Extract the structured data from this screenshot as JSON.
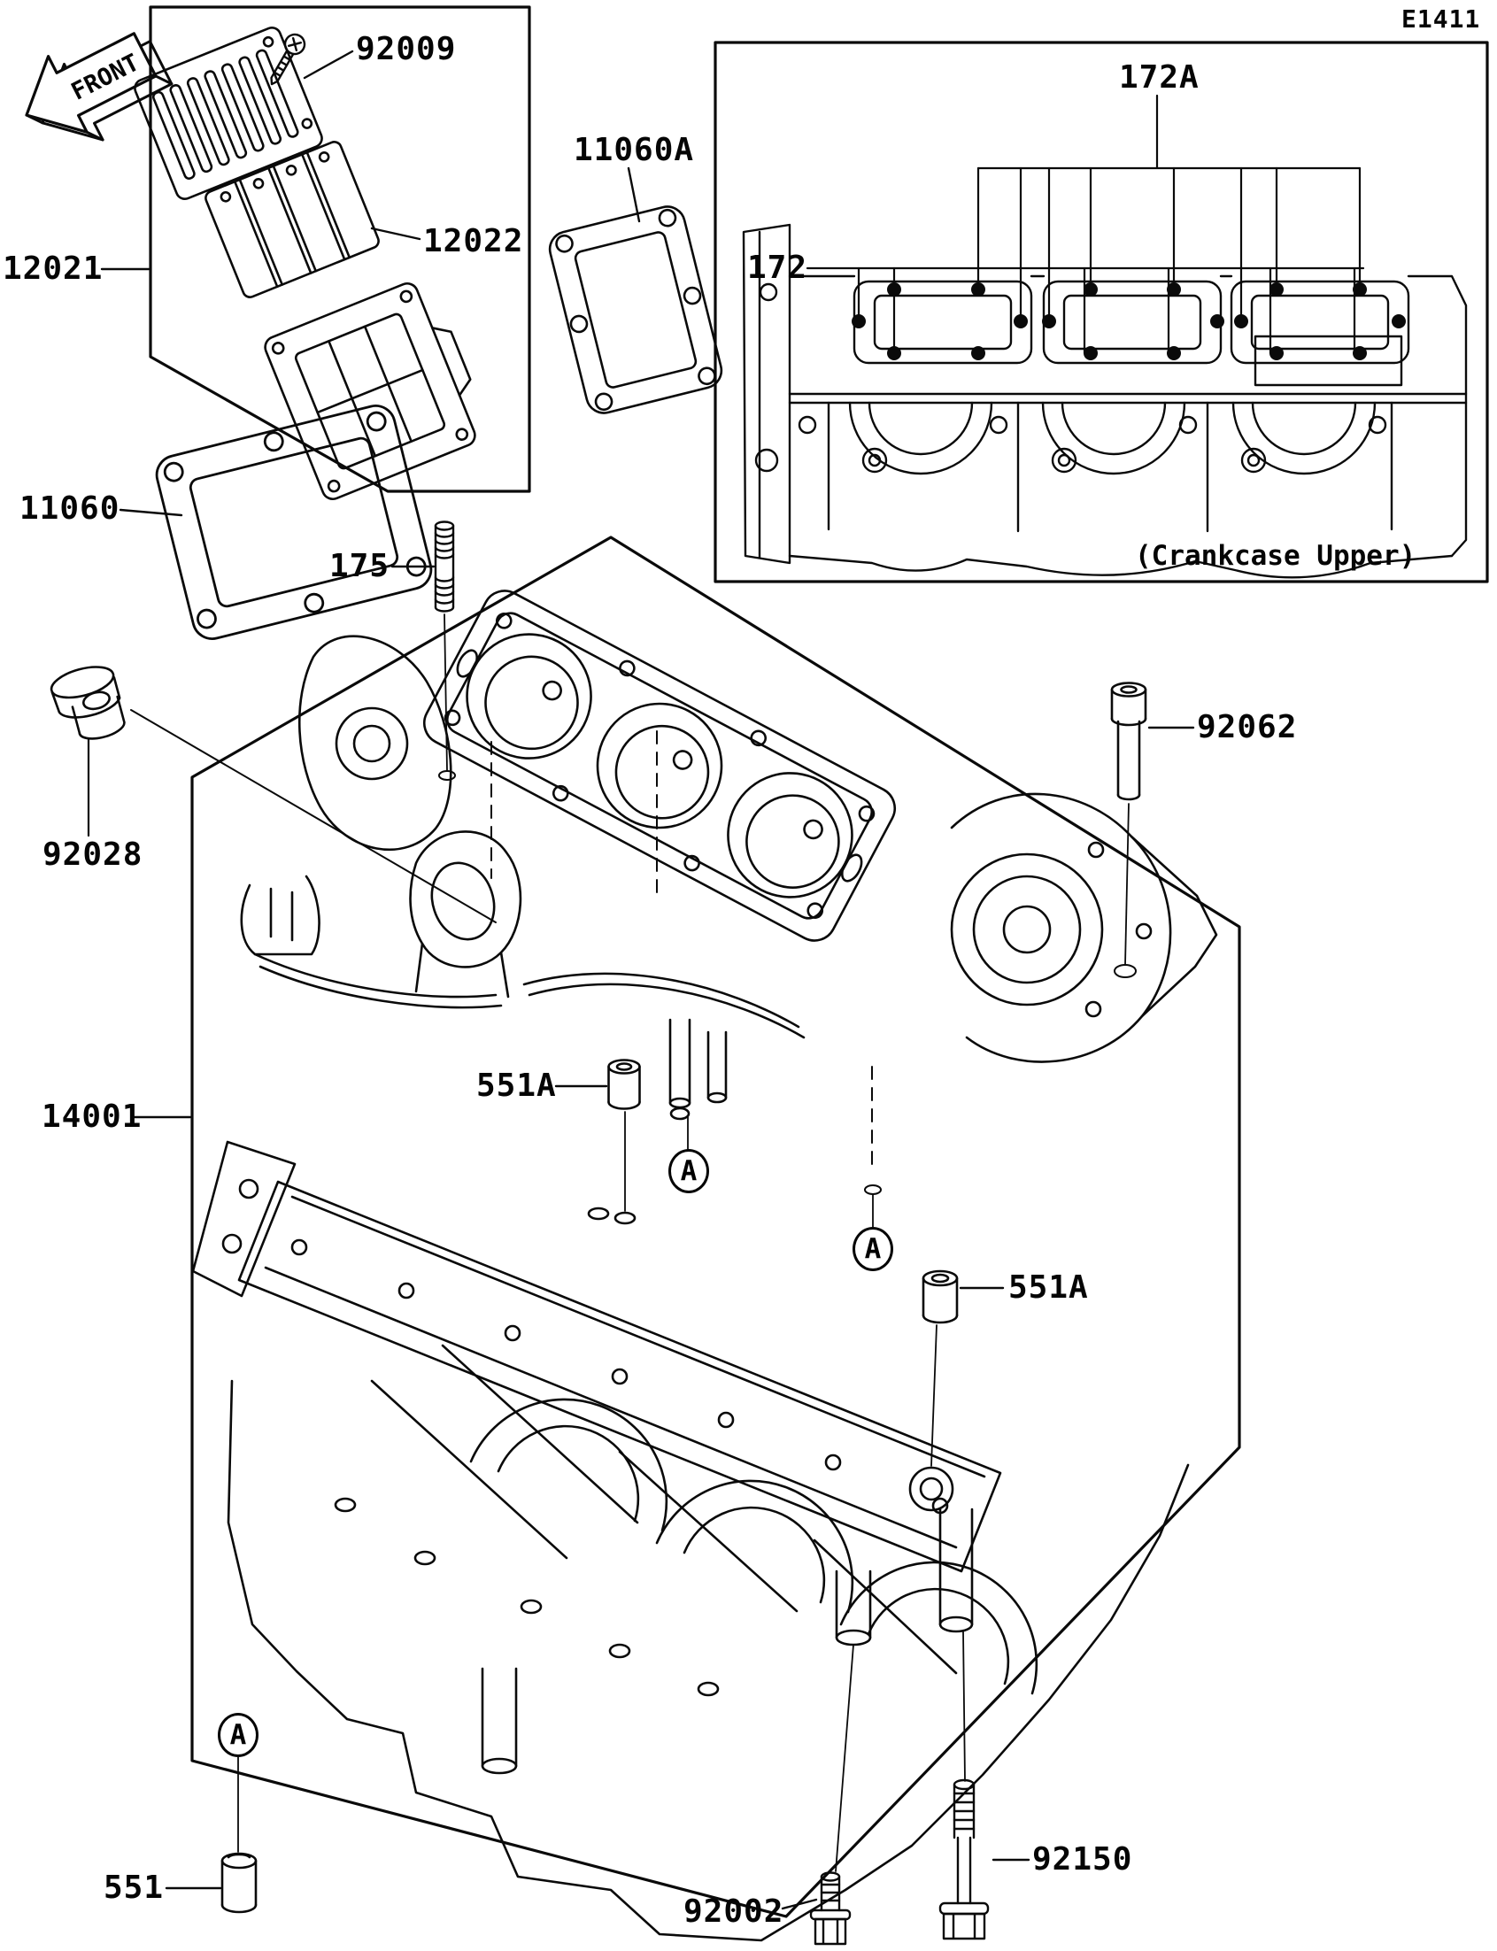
{
  "diagram": {
    "page_code": "E1411",
    "front_marker": "FRONT",
    "inset_caption": "(Crankcase Upper)",
    "view_marker": "A"
  },
  "callouts": {
    "c12021": "12021",
    "c92009": "92009",
    "c12022": "12022",
    "c11060a": "11060A",
    "c11060": "11060",
    "c175": "175",
    "c172": "172",
    "c172a": "172A",
    "c92028": "92028",
    "c92062": "92062",
    "c14001": "14001",
    "c551a_upper": "551A",
    "c551a_lower": "551A",
    "c551": "551",
    "c92150": "92150",
    "c92002": "92002"
  }
}
